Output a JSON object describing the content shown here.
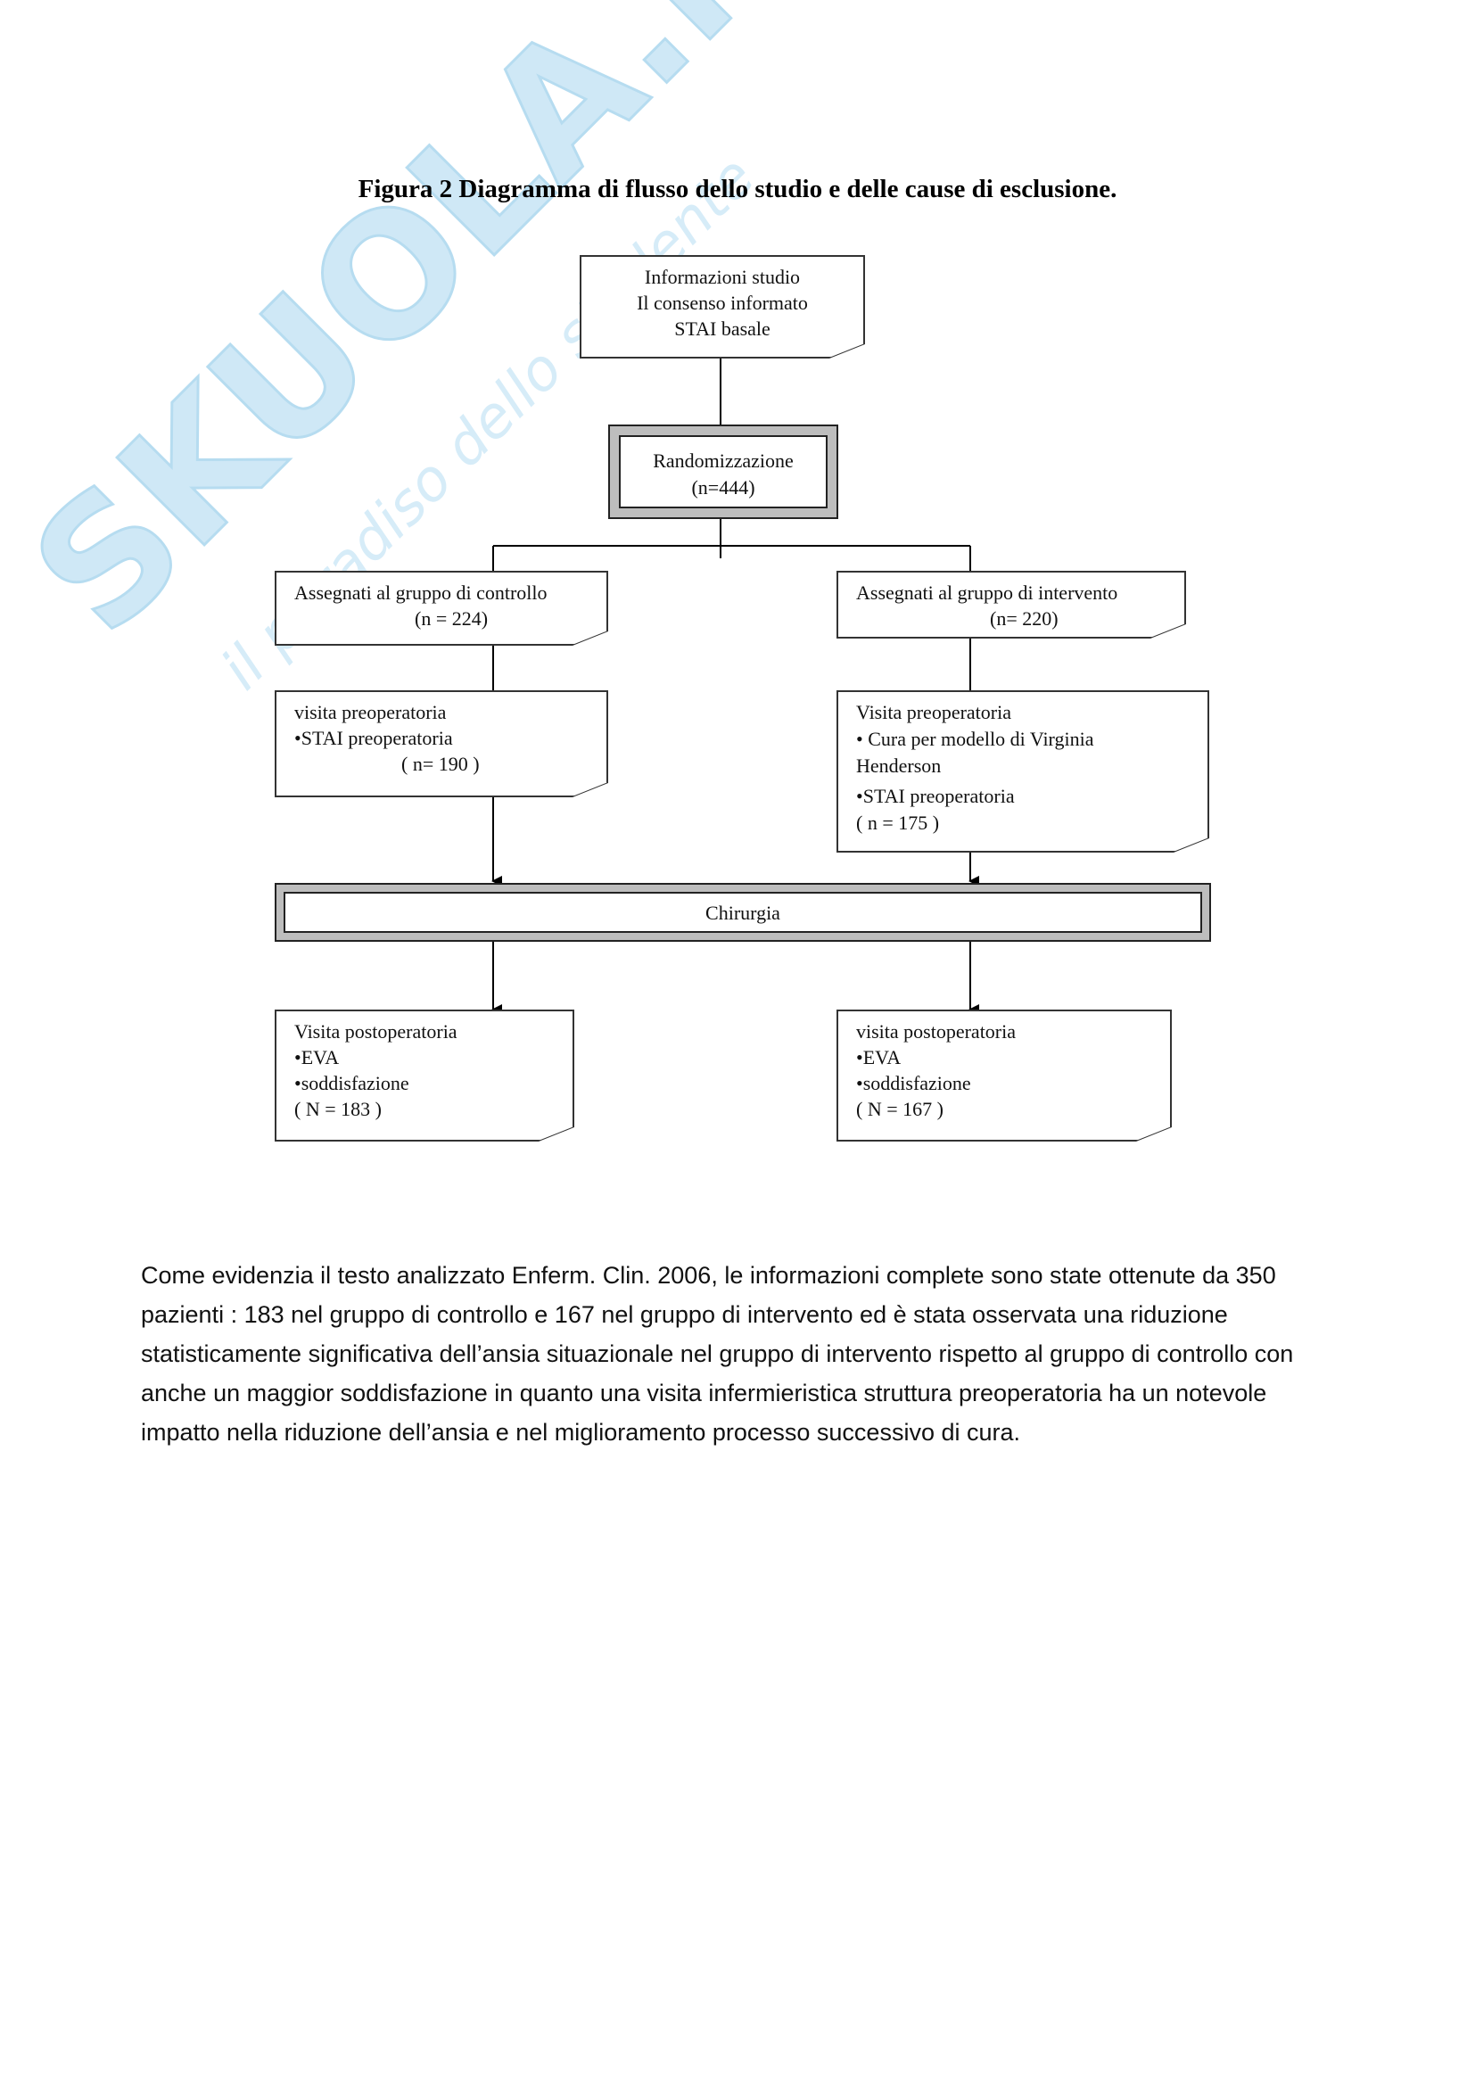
{
  "watermark": {
    "brand": "SKUOLA.net",
    "tagline": "il paradiso dello studente",
    "color": "#bfe0f2"
  },
  "figure": {
    "title": "Figura 2 Diagramma di flusso dello studio e delle cause di esclusione.",
    "info_box": [
      "Informazioni studio",
      "Il consenso informato",
      "STAI basale"
    ],
    "randomization": {
      "label": "Randomizzazione",
      "count": "(n=444)"
    },
    "control_group": {
      "label": "Assegnati al gruppo di controllo",
      "count": "(n = 224)"
    },
    "intervention_group": {
      "label": "Assegnati al gruppo di intervento",
      "count": "(n= 220)"
    },
    "control_preop": {
      "title": "visita preoperatoria",
      "bullet1": "•STAI preoperatoria",
      "count": "( n= 190 )"
    },
    "intervention_preop": {
      "title": "Visita preoperatoria",
      "bullet1": "• Cura per modello di Virginia",
      "bullet1_cont": "Henderson",
      "bullet2": "•STAI preoperatoria",
      "count": "( n = 175 )"
    },
    "surgery": {
      "label": "Chirurgia"
    },
    "control_postop": {
      "title": "Visita postoperatoria",
      "bullet1": "•EVA",
      "bullet2": "•soddisfazione",
      "count": "( N = 183 )"
    },
    "intervention_postop": {
      "title": "visita postoperatoria",
      "bullet1": "•EVA",
      "bullet2": "•soddisfazione",
      "count": "( N = 167 )"
    }
  },
  "body": {
    "paragraph": "Come evidenzia il testo analizzato Enferm. Clin. 2006, le informazioni complete sono state ottenute da 350 pazienti : 183 nel gruppo di controllo e 167 nel gruppo di intervento ed è stata osservata una riduzione statisticamente significativa dell’ansia situazionale nel gruppo di intervento rispetto al gruppo di controllo con anche un maggior soddisfazione in quanto una visita infermieristica struttura preoperatoria ha un notevole impatto nella riduzione dell’ansia e nel miglioramento processo successivo di cura."
  }
}
